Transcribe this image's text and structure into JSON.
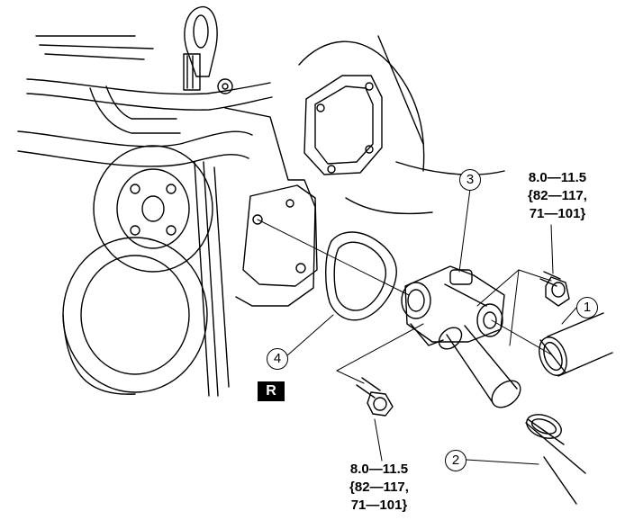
{
  "callouts": {
    "c1": "1",
    "c2": "2",
    "c3": "3",
    "c4": "4"
  },
  "torque_top": {
    "line1": "8.0—11.5",
    "line2": "{82—117,",
    "line3": "71—101}"
  },
  "torque_bottom": {
    "line1": "8.0—11.5",
    "line2": "{82—117,",
    "line3": "71—101}"
  },
  "marker": {
    "label": "R"
  }
}
